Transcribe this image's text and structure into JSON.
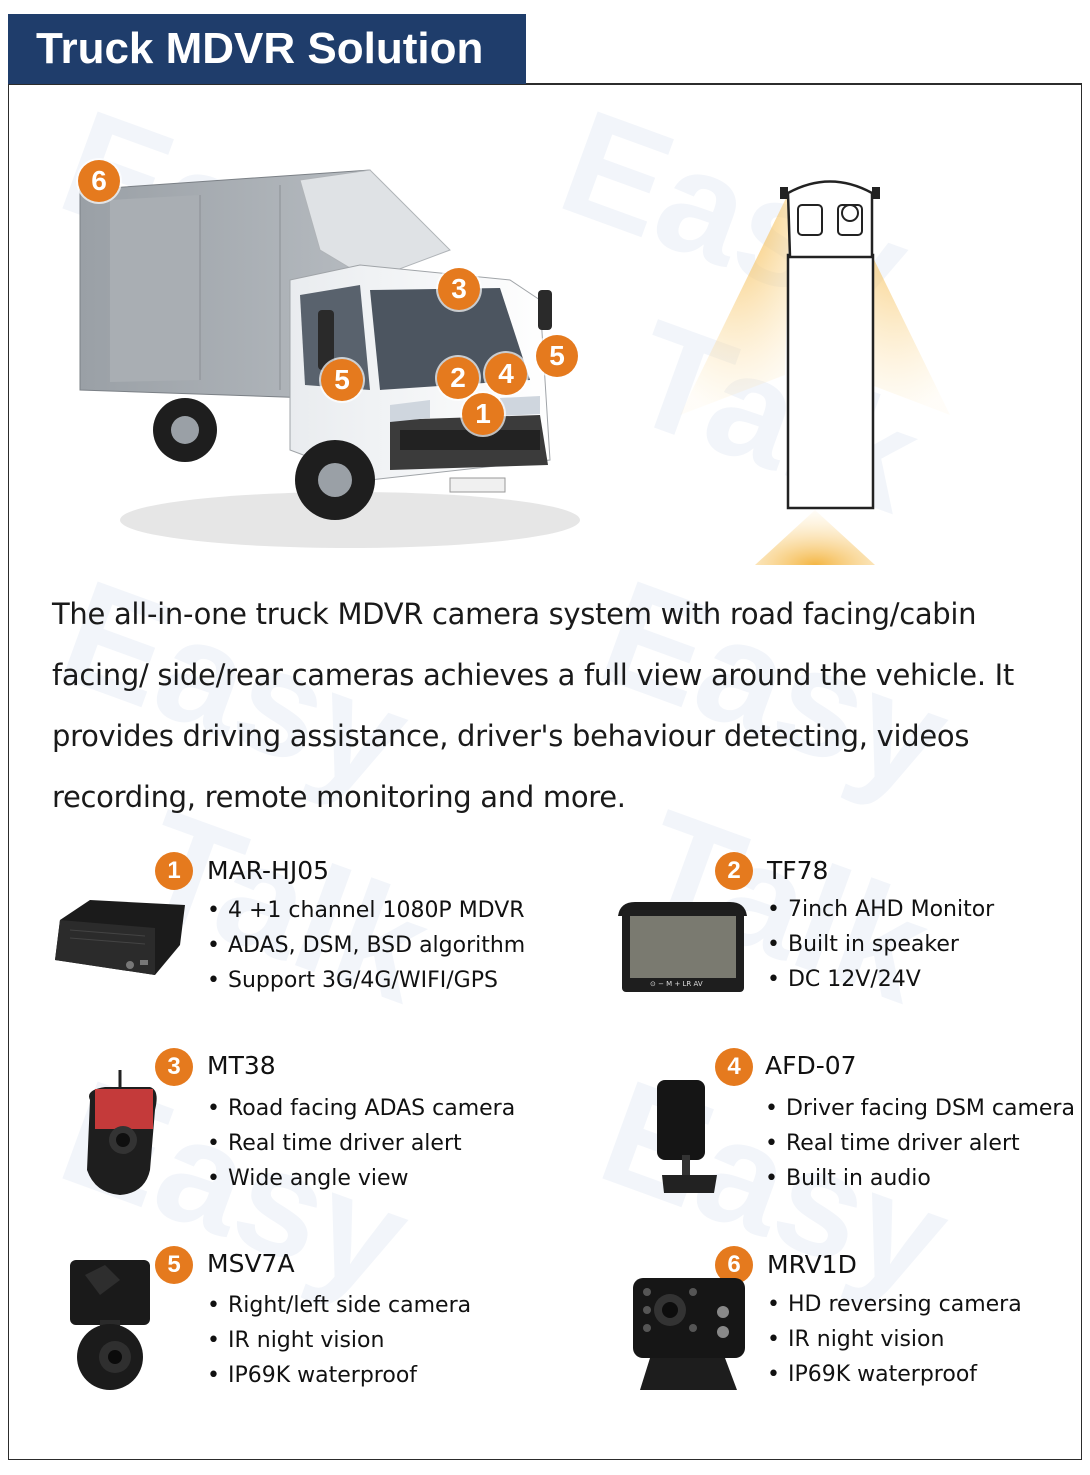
{
  "page_title": "Truck MDVR Solution",
  "watermark_text": "Easy Talk",
  "accent_color": "#e57a1e",
  "title_bg_color": "#1f3d6b",
  "callouts": [
    "1",
    "2",
    "3",
    "4",
    "5",
    "5",
    "6"
  ],
  "description": "The all-in-one truck MDVR camera system with road facing/cabin facing/ side/rear cameras achieves a full view around the vehicle. It provides driving assistance, driver's behaviour detecting, videos recording, remote monitoring and more.",
  "products": [
    {
      "number": "1",
      "name": "MAR-HJ05",
      "features": [
        "4 +1 channel 1080P MDVR",
        "ADAS, DSM, BSD algorithm",
        "Support 3G/4G/WIFI/GPS"
      ]
    },
    {
      "number": "2",
      "name": "TF78",
      "features": [
        "7inch AHD Monitor",
        "Built in speaker",
        "DC 12V/24V"
      ]
    },
    {
      "number": "3",
      "name": "MT38",
      "features": [
        "Road facing ADAS camera",
        "Real time driver alert",
        "Wide angle view"
      ]
    },
    {
      "number": "4",
      "name": "AFD-07",
      "features": [
        "Driver facing DSM camera",
        "Real time driver alert",
        "Built in audio"
      ]
    },
    {
      "number": "5",
      "name": "MSV7A",
      "features": [
        "Right/left side camera",
        "IR night vision",
        "IP69K waterproof"
      ]
    },
    {
      "number": "6",
      "name": "MRV1D",
      "features": [
        "HD reversing camera",
        "IR night vision",
        "IP69K waterproof"
      ]
    }
  ],
  "monitor_buttons": "⊙ − M + LR AV"
}
